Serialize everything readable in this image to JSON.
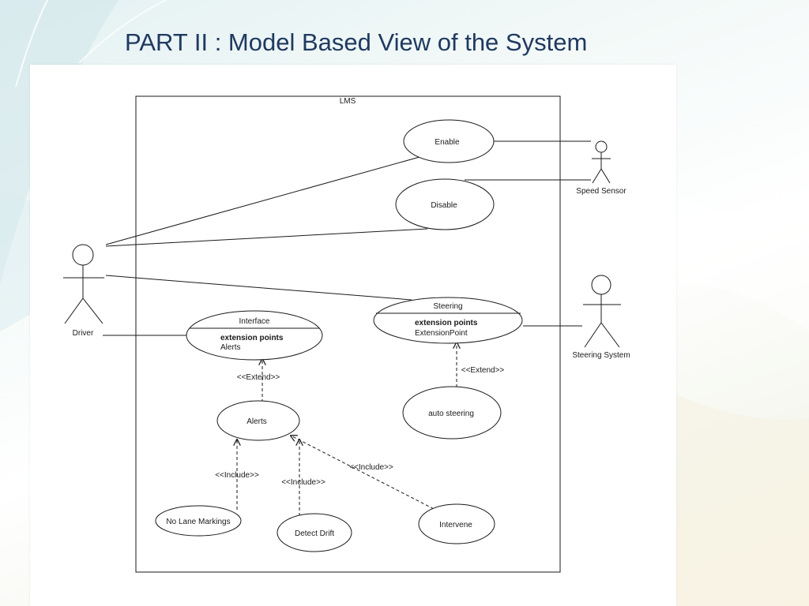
{
  "slide": {
    "title": "PART II : Model Based View of the System"
  },
  "diagram": {
    "system_boundary": {
      "label": "LMS"
    },
    "actors": {
      "driver": "Driver",
      "speed_sensor": "Speed Sensor",
      "steering_system": "Steering System"
    },
    "use_cases": {
      "enable": "Enable",
      "disable": "Disable",
      "interface": {
        "name": "Interface",
        "extension_points_heading": "extension points",
        "extension_point": "Alerts"
      },
      "steering": {
        "name": "Steering",
        "extension_points_heading": "extension points",
        "extension_point": "ExtensionPoint"
      },
      "alerts": "Alerts",
      "auto_steering": "auto steering",
      "no_lane_markings": "No Lane Markings",
      "detect_drift": "Detect Drift",
      "intervene": "Intervene"
    },
    "relationships": {
      "alerts_extends_interface": "<<Extend>>",
      "auto_steering_extends_steering": "<<Extend>>",
      "no_lane_markings_includes_alerts": "<<Include>>",
      "detect_drift_includes_alerts": "<<Include>>",
      "intervene_includes_alerts": "<<Include>>"
    }
  }
}
